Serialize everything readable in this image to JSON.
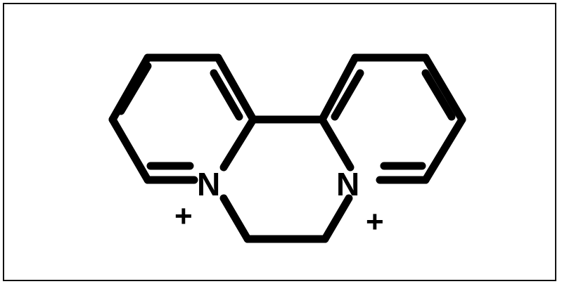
{
  "diagram": {
    "type": "chemical-structure",
    "atoms": {
      "n_left": {
        "symbol": "N",
        "charge": "+"
      },
      "n_right": {
        "symbol": "N",
        "charge": "+"
      }
    },
    "colors": {
      "line": "#000000",
      "background": "#ffffff",
      "border": "#111111"
    }
  }
}
